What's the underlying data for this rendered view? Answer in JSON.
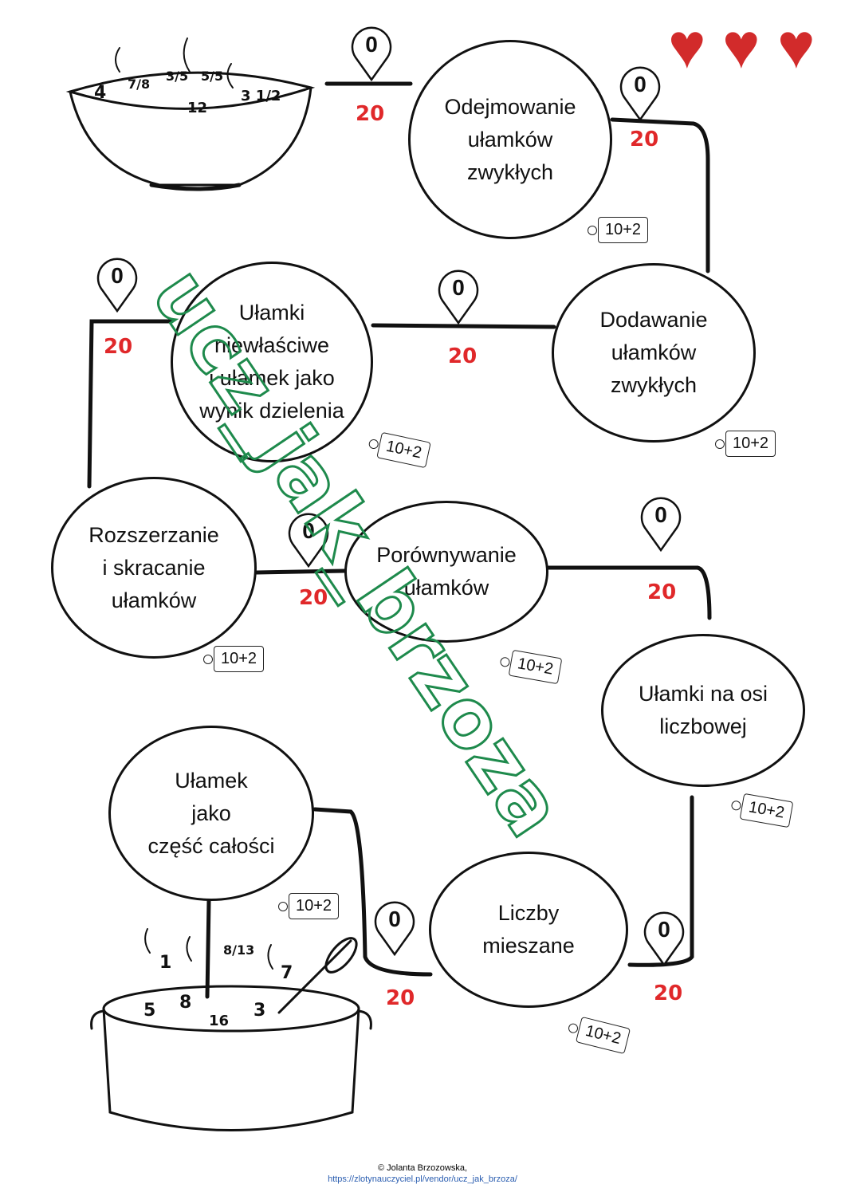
{
  "hearts": 3,
  "nodes": [
    {
      "label": "Odejmowanie\nułamków\nzwykłych"
    },
    {
      "label": "Dodawanie\nułamków\nzwykłych"
    },
    {
      "label": "Ułamki\nniewłaściwe\ni ułamek jako\nwynik dzielenia"
    },
    {
      "label": "Rozszerzanie\ni skracanie\nułamków"
    },
    {
      "label": "Porównywanie\nułamków"
    },
    {
      "label": "Ułamki na osi\nliczbowej"
    },
    {
      "label": "Ułamek\njako\nczęść całości"
    },
    {
      "label": "Liczby\nmieszane"
    }
  ],
  "tag_label": "10+2",
  "pin_label": "0",
  "score_label": "20",
  "bowl_numbers": [
    "4",
    "7/8",
    "3/5",
    "5/5",
    "12",
    "3 1/2"
  ],
  "pot_numbers": [
    "1",
    "8/13",
    "7",
    "5",
    "8",
    "16",
    "3"
  ],
  "watermark": "ucz_jak_brzoza",
  "footer": {
    "copyright": "© Jolanta Brzozowska,",
    "url": "https://zlotynauczyciel.pl/vendor/ucz_jak_brzoza/"
  }
}
